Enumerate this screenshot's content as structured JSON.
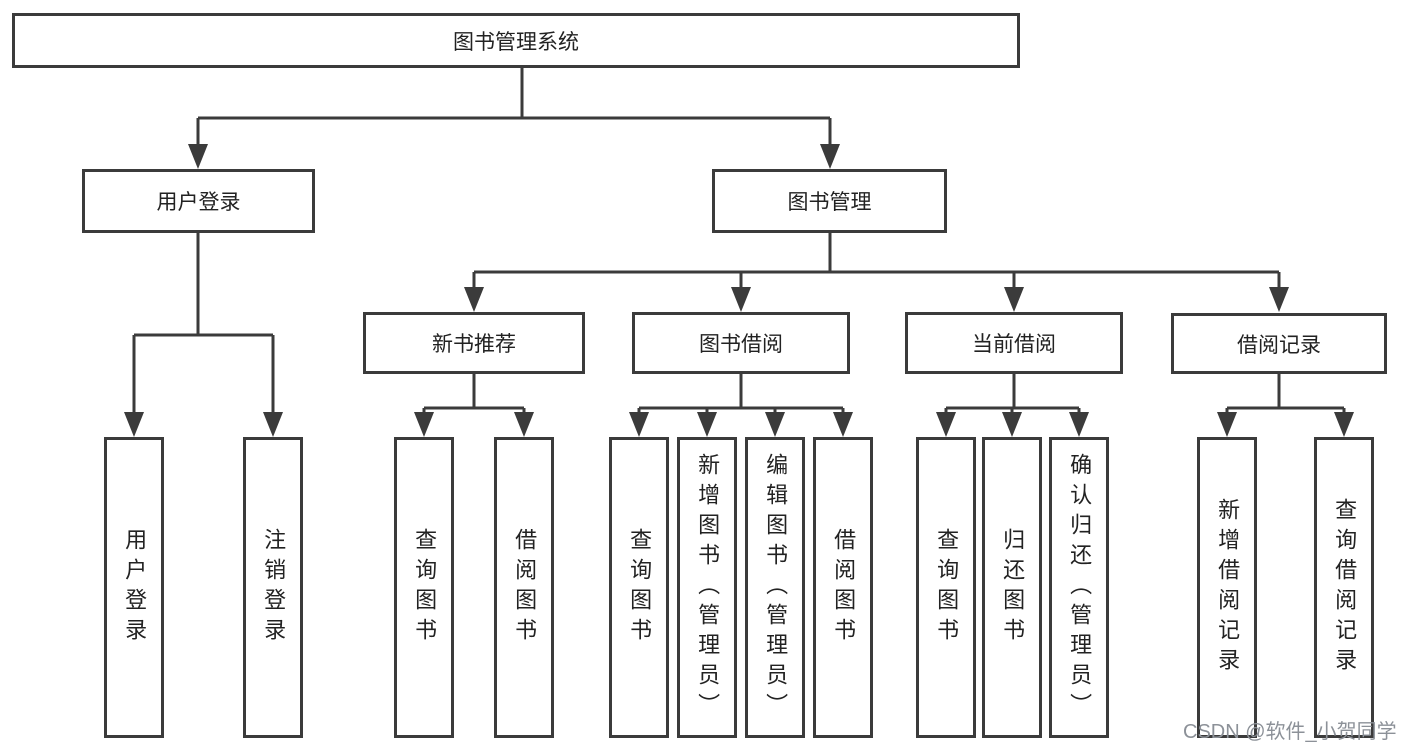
{
  "tree": {
    "root": {
      "label": "图书管理系统",
      "children": [
        {
          "label": "用户登录",
          "children": [
            {
              "label": "用户登录"
            },
            {
              "label": "注销登录"
            }
          ]
        },
        {
          "label": "图书管理",
          "children": [
            {
              "label": "新书推荐",
              "children": [
                {
                  "label": "查询图书"
                },
                {
                  "label": "借阅图书"
                }
              ]
            },
            {
              "label": "图书借阅",
              "children": [
                {
                  "label": "查询图书"
                },
                {
                  "label": "新增图书（管理员）"
                },
                {
                  "label": "编辑图书（管理员）"
                },
                {
                  "label": "借阅图书"
                }
              ]
            },
            {
              "label": "当前借阅",
              "children": [
                {
                  "label": "查询图书"
                },
                {
                  "label": "归还图书"
                },
                {
                  "label": "确认归还（管理员）"
                }
              ]
            },
            {
              "label": "借阅记录",
              "children": [
                {
                  "label": "新增借阅记录"
                },
                {
                  "label": "查询借阅记录"
                }
              ]
            }
          ]
        }
      ]
    }
  },
  "watermark": {
    "text": "CSDN @软件_小贺同学"
  },
  "colors": {
    "line": "#3b3b3b",
    "text": "#222222",
    "watermark": "#8c9198",
    "background": "#ffffff"
  }
}
